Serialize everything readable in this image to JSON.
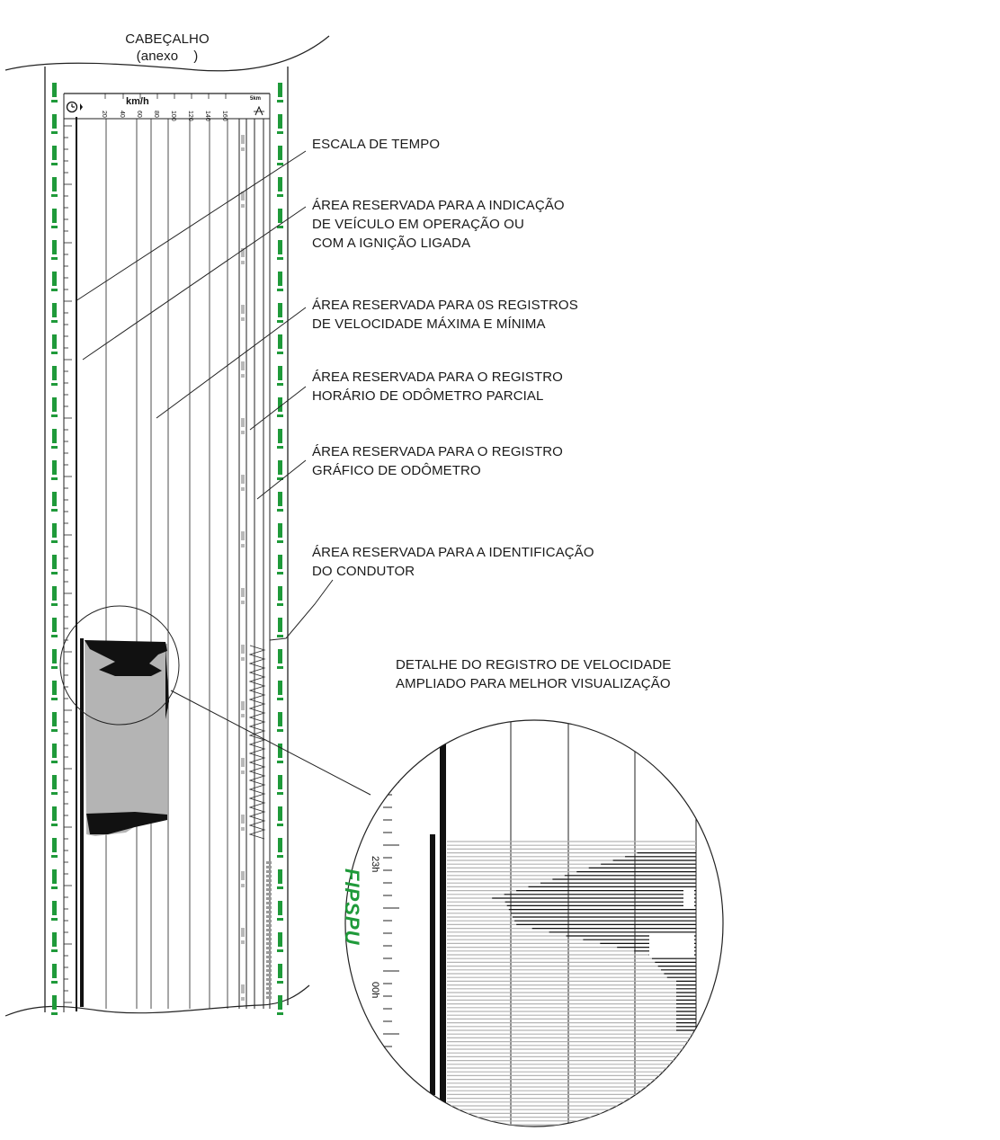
{
  "header": {
    "title": "CABEÇALHO",
    "subtitle": "(anexo    )"
  },
  "scale": {
    "unit": "km/h",
    "ticks": [
      "20",
      "40",
      "60",
      "80",
      "100",
      "120",
      "140",
      "160"
    ],
    "odometer_unit": "5km"
  },
  "callouts": {
    "escala_tempo": [
      "ESCALA DE TEMPO"
    ],
    "operacao": [
      "ÁREA RESERVADA PARA A INDICAÇÃO",
      "DE VEÍCULO EM OPERAÇÃO OU",
      "COM A IGNIÇÃO LIGADA"
    ],
    "velocidade": [
      "ÁREA RESERVADA PARA 0S REGISTROS",
      "DE VELOCIDADE MÁXIMA E MÍNIMA"
    ],
    "odometro_parcial": [
      "ÁREA RESERVADA PARA O REGISTRO",
      "HORÁRIO DE ODÔMETRO PARCIAL"
    ],
    "odometro_grafico": [
      "ÁREA RESERVADA PARA O REGISTRO",
      "GRÁFICO DE ODÔMETRO"
    ],
    "condutor": [
      "ÁREA RESERVADA PARA A IDENTIFICAÇÃO",
      "DO CONDUTOR"
    ]
  },
  "detail": {
    "caption": [
      "DETALHE DO REGISTRO DE VELOCIDADE",
      "AMPLIADO PARA MELHOR VISUALIZAÇÃO"
    ],
    "time_labels": [
      "23h",
      "00h"
    ],
    "brand": "FIPSPU"
  },
  "colors": {
    "ink": "#111111",
    "brand_green": "#1f9a3a",
    "record_gray": "#b4b4b4",
    "faint_gray": "#c8c8c8"
  },
  "icons": [
    "clock-icon",
    "odometer-icon"
  ]
}
